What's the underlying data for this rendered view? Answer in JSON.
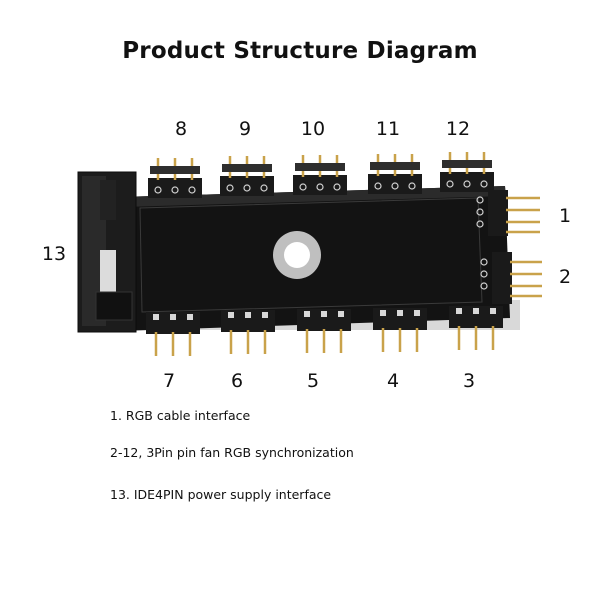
{
  "title": "Product Structure Diagram",
  "callouts": {
    "top": [
      "8",
      "9",
      "10",
      "11",
      "12"
    ],
    "right": [
      "1",
      "2"
    ],
    "left": "13",
    "bottom": [
      "7",
      "6",
      "5",
      "4",
      "3"
    ]
  },
  "legend": [
    "1. RGB cable interface",
    "2-12, 3Pin pin fan RGB synchronization",
    "13. IDE4PIN power supply interface"
  ],
  "colors": {
    "board": "#121212",
    "header": "#1a1a1a",
    "pin": "#c9a24a",
    "silkscreen": "#e8e8e8"
  }
}
